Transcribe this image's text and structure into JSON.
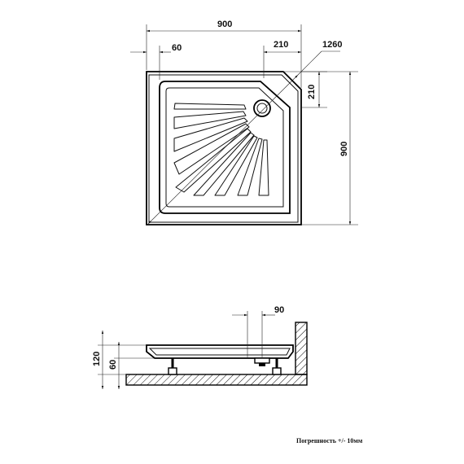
{
  "top_view": {
    "width_dim": "900",
    "rim_dim": "60",
    "corner_dim_x": "210",
    "corner_dim_y": "210",
    "diagonal_dim": "1260",
    "height_dim": "900"
  },
  "side_view": {
    "drain_offset_dim": "90",
    "total_height_dim": "120",
    "tray_height_dim": "60"
  },
  "footer": {
    "tolerance_note": "Погрешность +/- 10мм"
  }
}
